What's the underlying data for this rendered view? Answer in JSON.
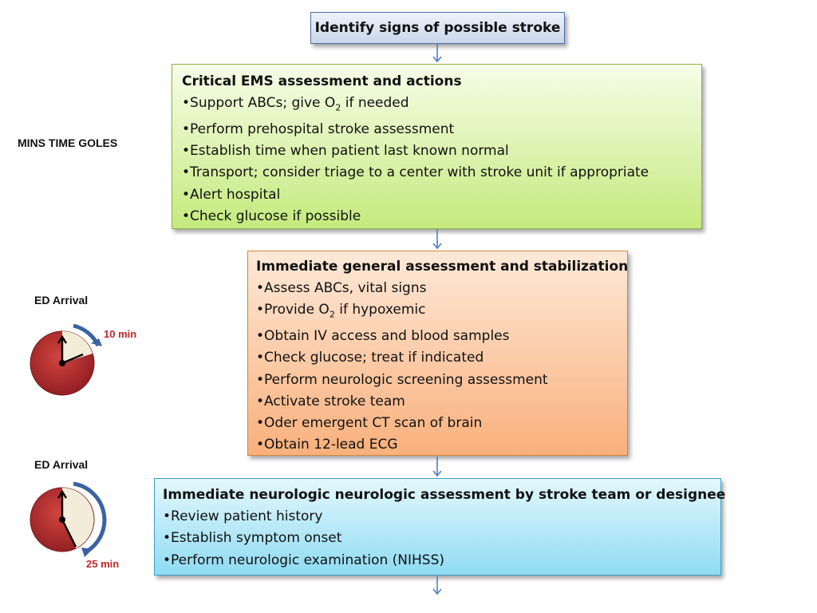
{
  "top": {
    "label": "Identify signs of possible stroke"
  },
  "ems": {
    "title": "Critical EMS assessment and actions",
    "items": [
      {
        "pre": "•Support ABCs; give O",
        "sub": "2",
        "post": " if needed"
      },
      {
        "pre": "•Perform prehospital stroke assessment",
        "sub": "",
        "post": ""
      },
      {
        "pre": "•Establish time when patient last known normal",
        "sub": "",
        "post": ""
      },
      {
        "pre": "•Transport; consider triage to a center with stroke unit if appropriate",
        "sub": "",
        "post": ""
      },
      {
        "pre": "•Alert hospital",
        "sub": "",
        "post": ""
      },
      {
        "pre": "•Check glucose if possible",
        "sub": "",
        "post": ""
      }
    ]
  },
  "general": {
    "title": "Immediate general assessment and stabilization",
    "items": [
      {
        "pre": "•Assess ABCs, vital signs",
        "sub": "",
        "post": ""
      },
      {
        "pre": "•Provide O",
        "sub": "2",
        "post": " if hypoxemic"
      },
      {
        "pre": "•Obtain IV access and blood samples",
        "sub": "",
        "post": ""
      },
      {
        "pre": "•Check glucose; treat if indicated",
        "sub": "",
        "post": ""
      },
      {
        "pre": "•Perform neurologic screening assessment",
        "sub": "",
        "post": ""
      },
      {
        "pre": "•Activate stroke team",
        "sub": "",
        "post": ""
      },
      {
        "pre": "•Oder emergent CT scan of brain",
        "sub": "",
        "post": ""
      },
      {
        "pre": "•Obtain 12-lead ECG",
        "sub": "",
        "post": ""
      }
    ]
  },
  "neuro": {
    "title": "Immediate neurologic neurologic assessment by stroke team or designee",
    "items": [
      {
        "pre": "•Review patient history",
        "sub": "",
        "post": ""
      },
      {
        "pre": "•Establish symptom onset",
        "sub": "",
        "post": ""
      },
      {
        "pre": "•Perform neurologic examination (NIHSS)",
        "sub": "",
        "post": ""
      }
    ]
  },
  "side": {
    "mins_label": "MINS TIME GOLES",
    "arrival_1": "ED Arrival",
    "arrival_2": "ED Arrival",
    "clock_1_label": "10 min",
    "clock_2_label": "25 min"
  },
  "colors": {
    "connector": "#4f7fbf",
    "clock_face": "#b8262b",
    "clock_elapsed": "#f3ecd8",
    "clock_arc": "#3b63a0",
    "minutes_text": "#c0272d"
  }
}
